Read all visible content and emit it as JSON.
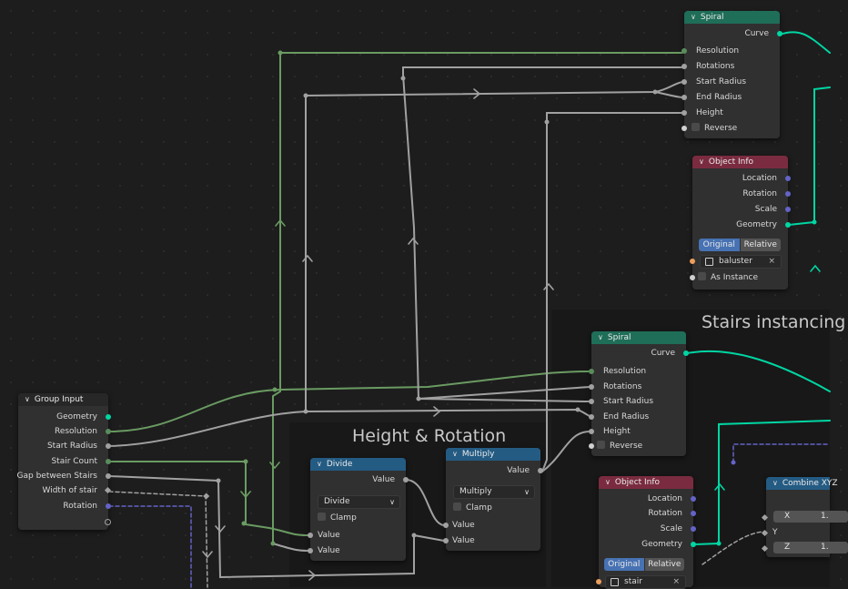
{
  "frames": {
    "stairs_instancing": "Stairs instancing",
    "height_rotation": "Height & Rotation"
  },
  "colors": {
    "geometry_wire": "#00d6a3",
    "integer_wire": "#598c5c",
    "float_wire": "#a1a1a1",
    "vector_wire": "#6363c7",
    "header_curve": "#1f6e58",
    "header_input": "#7a2b3f",
    "header_math": "#245b83",
    "selected_toggle": "#4772b3"
  },
  "spiral_top": {
    "title": "Spiral",
    "output": "Curve",
    "inputs": [
      "Resolution",
      "Rotations",
      "Start Radius",
      "End Radius",
      "Height"
    ],
    "reverse": "Reverse"
  },
  "object_info_top": {
    "title": "Object Info",
    "outputs": [
      "Location",
      "Rotation",
      "Scale",
      "Geometry"
    ],
    "toggle_original": "Original",
    "toggle_relative": "Relative",
    "object": "baluster",
    "as_instance": "As Instance"
  },
  "spiral_mid": {
    "title": "Spiral",
    "output": "Curve",
    "inputs": [
      "Resolution",
      "Rotations",
      "Start Radius",
      "End Radius",
      "Height"
    ],
    "reverse": "Reverse"
  },
  "group_input": {
    "title": "Group Input",
    "outputs": [
      "Geometry",
      "Resolution",
      "Start Radius",
      "Stair Count",
      "Gap between Stairs",
      "Width of stair",
      "Rotation"
    ]
  },
  "divide": {
    "title": "Divide",
    "output": "Value",
    "operation": "Divide",
    "clamp": "Clamp",
    "inputs": [
      "Value",
      "Value"
    ]
  },
  "multiply": {
    "title": "Multiply",
    "output": "Value",
    "operation": "Multiply",
    "clamp": "Clamp",
    "inputs": [
      "Value",
      "Value"
    ]
  },
  "object_info_bottom": {
    "title": "Object Info",
    "outputs": [
      "Location",
      "Rotation",
      "Scale",
      "Geometry"
    ],
    "toggle_original": "Original",
    "toggle_relative": "Relative",
    "object": "stair"
  },
  "combine_xyz": {
    "title": "Combine XYZ",
    "x_label": "X",
    "y_label": "Y",
    "z_label": "Z",
    "x_value": "1.",
    "z_value": "1."
  }
}
